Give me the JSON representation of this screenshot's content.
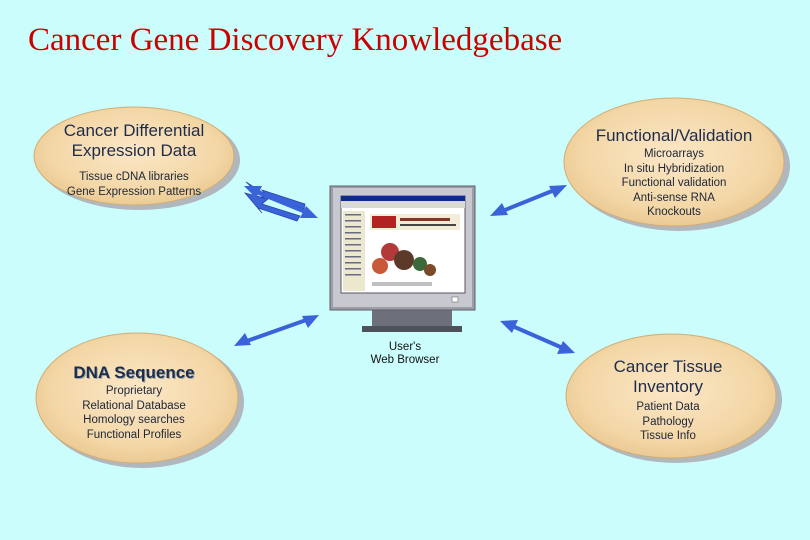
{
  "title": "Cancer Gene Discovery Knowledgebase",
  "colors": {
    "background": "#ccfdfd",
    "title": "#cc0000",
    "ellipse_fill": "#f3d7a6",
    "arrow": "#3b63d9"
  },
  "nodes": {
    "differential": {
      "heading_lines": [
        "Cancer Differential",
        "Expression Data"
      ],
      "items": [
        "Tissue cDNA libraries",
        "Gene Expression Patterns"
      ]
    },
    "functional": {
      "heading_lines": [
        "Functional/Validation"
      ],
      "items": [
        "Microarrays",
        "In situ Hybridization",
        "Functional validation",
        "Anti-sense RNA",
        "Knockouts"
      ]
    },
    "dna": {
      "heading_lines": [
        "DNA Sequence"
      ],
      "items": [
        "Proprietary",
        "Relational Database",
        "Homology searches",
        "Functional Profiles"
      ]
    },
    "tissue": {
      "heading_lines": [
        "Cancer Tissue",
        "Inventory"
      ],
      "items": [
        "Patient Data",
        "Pathology",
        "Tissue Info"
      ]
    }
  },
  "monitor": {
    "label_lines": [
      "User's",
      "Web Browser"
    ],
    "icon": "computer-monitor-icon"
  }
}
